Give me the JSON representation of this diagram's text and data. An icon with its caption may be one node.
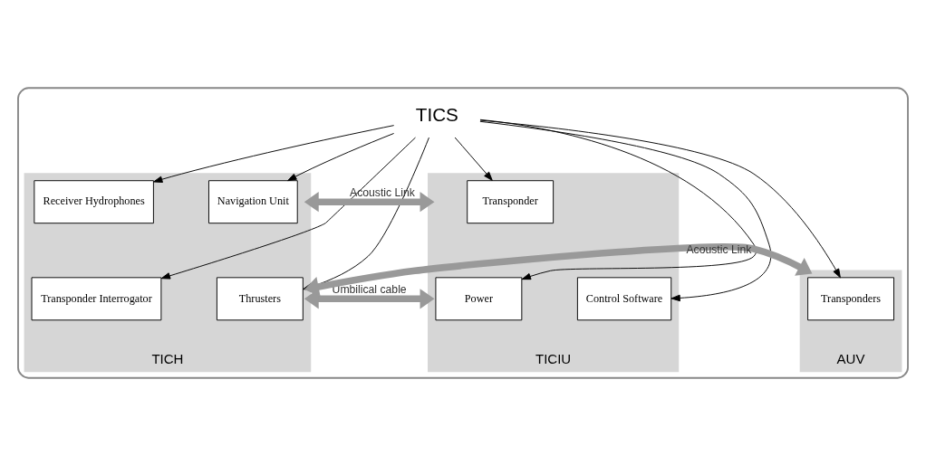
{
  "diagram": {
    "nodes": [
      {
        "text": [],
        "shape": "box"
      },
      {
        "text": [
          "TICS"
        ],
        "in": 0
      },
      {
        "text": [
          "TICH"
        ],
        "in": 0
      },
      {
        "text": [
          "Receiver Hydrophones"
        ],
        "in": 2
      },
      {
        "text": [
          "Navigation Unit"
        ],
        "in": 2
      },
      {
        "text": [
          "Transponder Interrogator"
        ],
        "in": 2
      },
      {
        "text": [
          "Thrusters"
        ],
        "in": 2
      },
      {
        "text": [
          "TICIU"
        ],
        "in": 0
      },
      {
        "text": [
          "Transponder"
        ],
        "in": 7
      },
      {
        "text": [
          "Power"
        ],
        "in": 7
      },
      {
        "text": [
          "Control Software"
        ],
        "in": 7
      },
      {
        "text": [
          "AUV"
        ],
        "in": 0
      },
      {
        "text": [
          "Transponders"
        ],
        "in": 11
      }
    ],
    "edges": [
      {
        "from": 1,
        "to": 3,
        "arrow": "to"
      },
      {
        "from": 1,
        "to": 4,
        "arrow": "to"
      },
      {
        "from": 1,
        "to": 5,
        "arrow": "to"
      },
      {
        "from": 1,
        "to": 6,
        "arrow": "to"
      },
      {
        "from": 1,
        "to": 8,
        "arrow": "to"
      },
      {
        "from": 1,
        "to": 9,
        "arrow": "to"
      },
      {
        "from": 1,
        "to": 10,
        "arrow": "to"
      },
      {
        "from": 1,
        "to": 12,
        "arrow": "to"
      },
      {
        "from": 2,
        "to": 7,
        "arrow": "both",
        "label": "Acoustic Link",
        "style": "thick",
        "color": "#999999"
      },
      {
        "from": 2,
        "to": 7,
        "arrow": "both",
        "label": "Umbilical cable",
        "style": "thick",
        "color": "#999999"
      },
      {
        "from": 2,
        "to": 11,
        "arrow": "both",
        "label": "Acoustic Link",
        "style": "thick",
        "color": "#999999"
      }
    ]
  }
}
